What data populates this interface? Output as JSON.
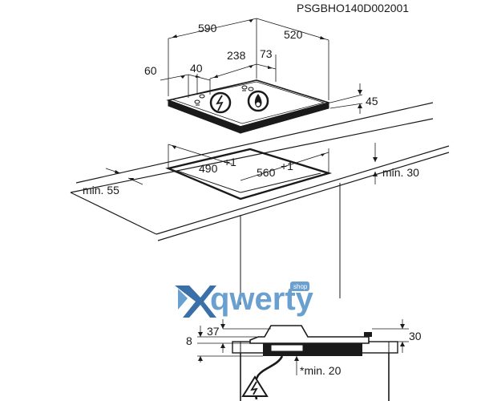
{
  "drawing_code": "PSGBHO140D002001",
  "dimensions": {
    "width_total": "590",
    "depth_total": "520",
    "side_offset": "60",
    "knob_offset": "40",
    "knob_width": "238",
    "knob_depth": "73",
    "thickness": "45",
    "cutout_width": "490",
    "cutout_width_tol": "+1",
    "cutout_depth": "560",
    "cutout_depth_tol": "+1",
    "min_rear": "min. 30",
    "min_front": "min. 55",
    "side_height": "8",
    "depth_below": "37",
    "depth_above": "30",
    "clearance": "*min. 20"
  },
  "watermark": {
    "brand": "qwerty",
    "badge": "shop"
  }
}
